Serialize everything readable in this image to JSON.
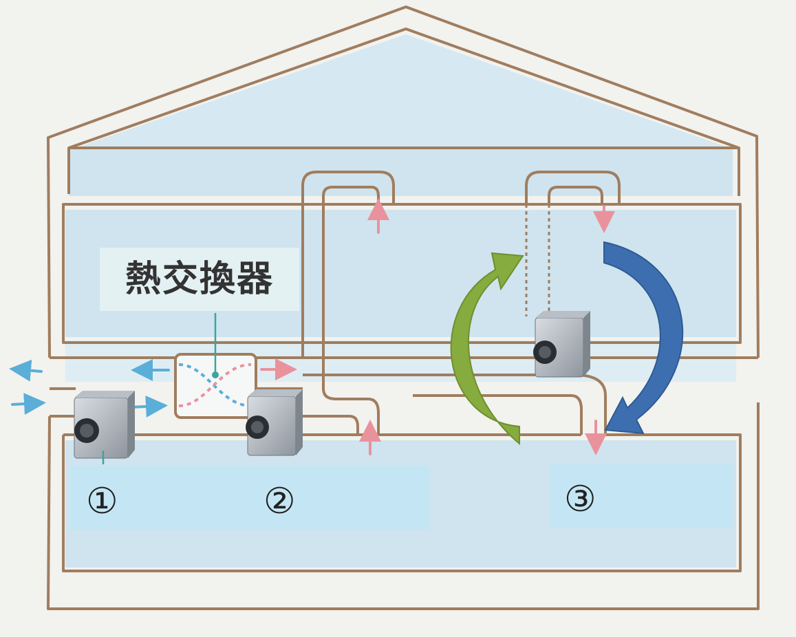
{
  "heat_exchanger_label": "熱交換器",
  "markers": {
    "unit_1": "①",
    "unit_2": "②",
    "unit_3": "③"
  },
  "colors": {
    "wall": "#a07d5e",
    "sky_fill": "#cfe4ef",
    "label_fill": "#c4e6f4",
    "cool_arrow": "#5aaed8",
    "warm_arrow": "#e9929c",
    "green_arrow": "#86ab3e",
    "blue_arrow": "#3d6fb0"
  },
  "icons": [
    "ventilation-fan-unit-icon",
    "heat-exchanger-icon",
    "airflow-arrow-icon",
    "circulation-arrow-icon"
  ]
}
